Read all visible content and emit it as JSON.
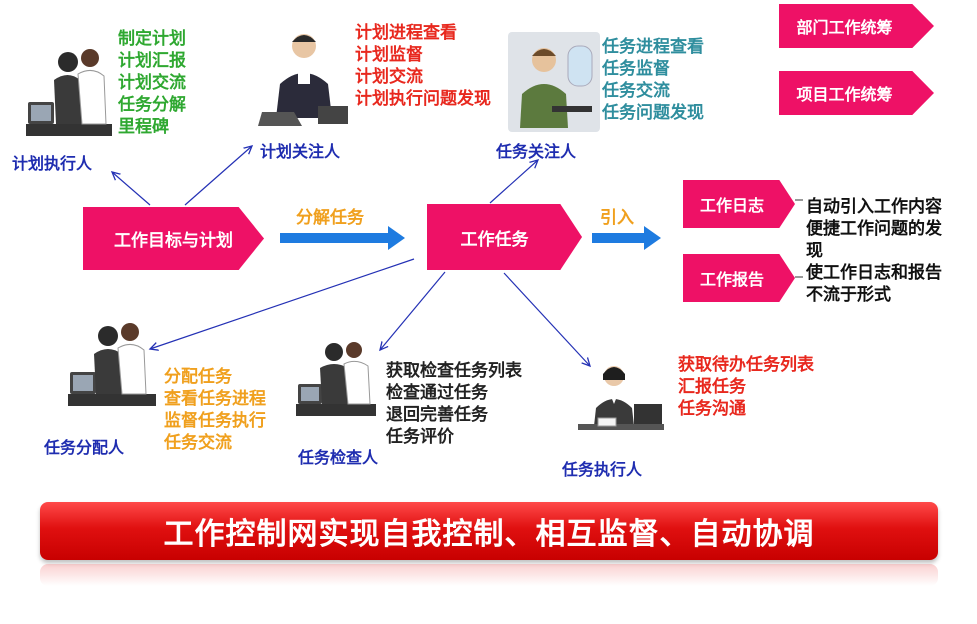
{
  "colors": {
    "pink": "#ee1166",
    "blue_arrow": "#1e7be0",
    "line": "#2431b5",
    "green": "#2fa831",
    "red": "#e8281e",
    "teal": "#2f8e9e",
    "orange": "#f0a01e",
    "navy": "#1f2db0",
    "banner": "#e01010"
  },
  "nodes": {
    "goal": "工作目标与计划",
    "task": "工作任务",
    "dept": "部门工作统筹",
    "project": "项目工作统筹",
    "log": "工作日志",
    "report": "工作报告"
  },
  "arrows": {
    "decompose": "分解任务",
    "import": "引入"
  },
  "roles": {
    "plan_executor": {
      "label": "计划执行人",
      "items": [
        "制定计划",
        "计划汇报",
        "计划交流",
        "任务分解",
        "里程碑"
      ]
    },
    "plan_follower": {
      "label": "计划关注人",
      "items": [
        "计划进程查看",
        "计划监督",
        "计划交流",
        "计划执行问题发现"
      ]
    },
    "task_follower": {
      "label": "任务关注人",
      "items": [
        "任务进程查看",
        "任务监督",
        "任务交流",
        "任务问题发现"
      ]
    },
    "task_assigner": {
      "label": "任务分配人",
      "items": [
        "分配任务",
        "查看任务进程",
        "监督任务执行",
        "任务交流"
      ]
    },
    "task_checker": {
      "label": "任务检查人",
      "items": [
        "获取检查任务列表",
        "检查通过任务",
        "退回完善任务",
        "任务评价"
      ]
    },
    "task_executor": {
      "label": "任务执行人",
      "items": [
        "获取待办任务列表",
        "汇报任务",
        "任务沟通"
      ]
    }
  },
  "log_report_desc": [
    "自动引入工作内容",
    "便捷工作问题的发",
    "现",
    "使工作日志和报告",
    "不流于形式"
  ],
  "banner": "工作控制网实现自我控制、相互监督、自动协调"
}
